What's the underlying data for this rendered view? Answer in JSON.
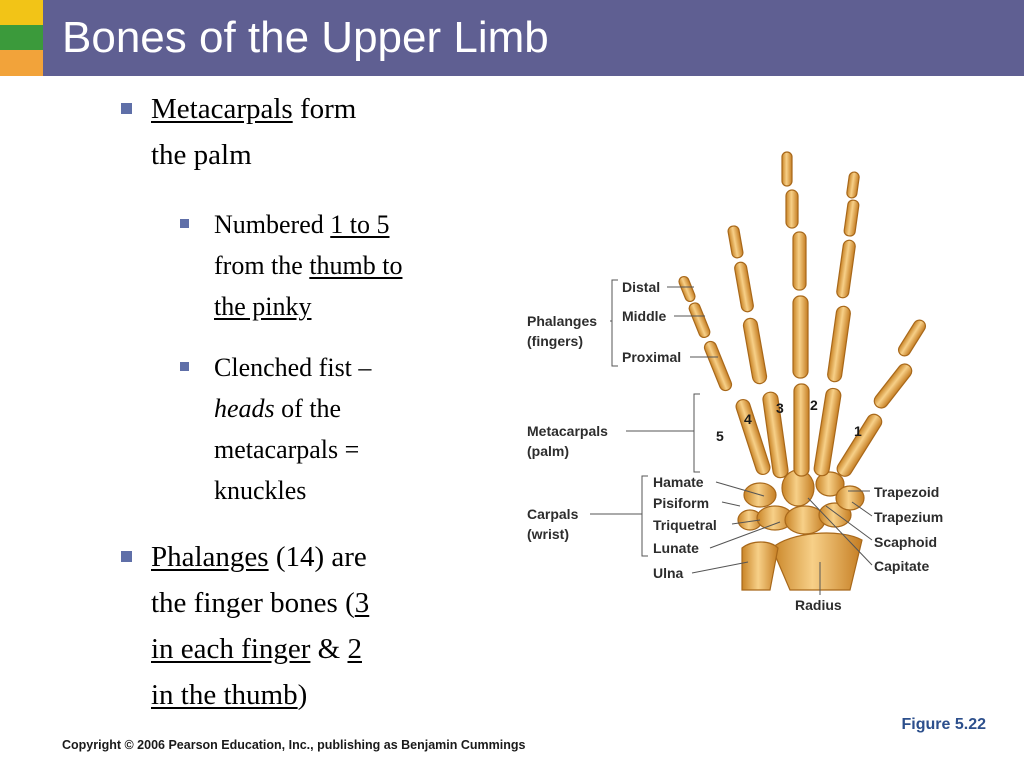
{
  "slide": {
    "title": "Bones of the Upper Limb",
    "figure_label": "Figure 5.22",
    "copyright": "Copyright © 2006 Pearson Education, Inc., publishing as Benjamin Cummings"
  },
  "bullets": {
    "b1_underlined": "Metacarpals",
    "b1_rest_line1": " form",
    "b1_line2": "the palm",
    "s1_text": "Numbered ",
    "s1_u1": "1 to 5",
    "s1_line2_text": "from the ",
    "s1_u2a": "thumb to",
    "s1_u2b": "the pinky",
    "s2_line1": "Clenched fist –",
    "s2_italic": "heads",
    "s2_line2_rest": " of the",
    "s2_line3": "metacarpals =",
    "s2_line4": "knuckles",
    "b2_underlined": "Phalanges",
    "b2_rest_line1": " (14) are",
    "b2_line2_text": "the finger bones (",
    "b2_u1a": "3",
    "b2_u1b": "in each finger",
    "b2_amp": " & ",
    "b2_u2a": "2",
    "b2_u2b": "in the thumb",
    "b2_close": ")"
  },
  "diagram": {
    "left_labels": {
      "phalanges": "Phalanges",
      "phalanges_sub": "(fingers)",
      "distal": "Distal",
      "middle": "Middle",
      "proximal": "Proximal",
      "metacarpals": "Metacarpals",
      "metacarpals_sub": "(palm)",
      "carpals": "Carpals",
      "carpals_sub": "(wrist)",
      "hamate": "Hamate",
      "pisiform": "Pisiform",
      "triquetral": "Triquetral",
      "lunate": "Lunate",
      "ulna": "Ulna"
    },
    "right_labels": {
      "trapezoid": "Trapezoid",
      "trapezium": "Trapezium",
      "scaphoid": "Scaphoid",
      "capitate": "Capitate",
      "radius": "Radius"
    },
    "numbers": {
      "n1": "1",
      "n2": "2",
      "n3": "3",
      "n4": "4",
      "n5": "5"
    },
    "colors": {
      "bone": "#e8a845",
      "bone_light": "#f6d28a",
      "bone_dark": "#b8761e",
      "line": "#555555"
    }
  }
}
